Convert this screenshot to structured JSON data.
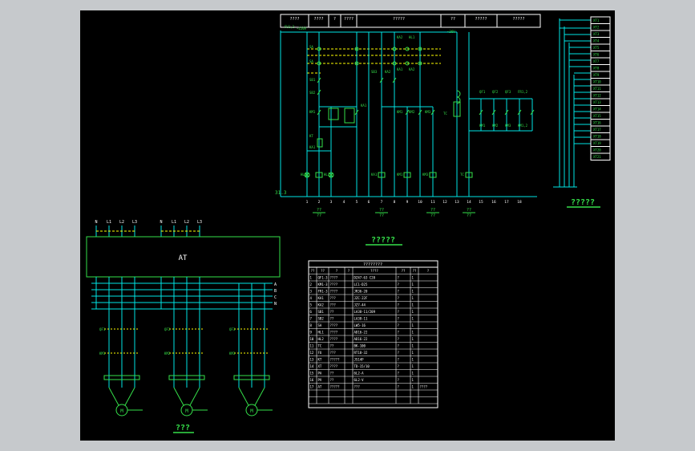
{
  "titles": {
    "control_circuit": "?????",
    "main_circuit": "???",
    "terminal_table": "?????"
  },
  "at_box_label": "AT",
  "top_header_cells": [
    "????",
    "????",
    "?",
    "????",
    "?????",
    "??",
    "?????",
    "?????"
  ],
  "control_label_left": "31.3",
  "main_bus_labels": [
    "N",
    "L1",
    "L2",
    "L3",
    "N",
    "L1",
    "L2",
    "L3"
  ],
  "bus_bar_labels": [
    "A",
    "B",
    "C",
    "N"
  ],
  "feeder_labels": {
    "qf": [
      "QF1",
      "QF2",
      "QF3"
    ],
    "km": [
      "KM1",
      "KM2",
      "KM3"
    ],
    "motors": [
      "M",
      "M",
      "M"
    ]
  },
  "control_bottom_numbers": [
    "1",
    "2",
    "3",
    "4",
    "5",
    "6",
    "7",
    "8",
    "9",
    "10",
    "11",
    "12",
    "13",
    "14",
    "15",
    "16",
    "17",
    "18"
  ],
  "bottom_group_labels": [
    "??",
    "??",
    "??",
    "??"
  ],
  "terminal_rows": 21,
  "bom": {
    "title": "????????",
    "headers": [
      "??",
      "??",
      "?",
      "?",
      "????",
      "??",
      "??",
      "?"
    ],
    "rows": [
      [
        "1",
        "QF1-3",
        "????",
        "DZ47-63 C20",
        "?",
        "1"
      ],
      [
        "2",
        "KM1-3",
        "????",
        "LC1-D25",
        "?",
        "1"
      ],
      [
        "3",
        "FR1-3",
        "????",
        "JR36-20",
        "?",
        "1"
      ],
      [
        "4",
        "KA1",
        "???",
        "JZC-22F",
        "?",
        "1"
      ],
      [
        "5",
        "KA2",
        "???",
        "JZ7-44",
        "?",
        "1"
      ],
      [
        "6",
        "SB1",
        "??",
        "LA38-11/209",
        "?",
        "1"
      ],
      [
        "7",
        "SB2",
        "??",
        "LA38-11",
        "?",
        "1"
      ],
      [
        "8",
        "SA",
        "????",
        "LW5-16",
        "?",
        "1"
      ],
      [
        "9",
        "HL1",
        "????",
        "AD16-22",
        "?",
        "1"
      ],
      [
        "10",
        "HL2",
        "????",
        "AD16-22",
        "?",
        "1"
      ],
      [
        "11",
        "TC",
        "??",
        "BK-100",
        "?",
        "1"
      ],
      [
        "12",
        "FU",
        "???",
        "RT18-32",
        "?",
        "1"
      ],
      [
        "13",
        "KT",
        "?????",
        "JS14P",
        "?",
        "1"
      ],
      [
        "14",
        "XT",
        "????",
        "TD-15/10",
        "?",
        "1"
      ],
      [
        "15",
        "PA",
        "??",
        "6L2-A",
        "?",
        "1"
      ],
      [
        "16",
        "PV",
        "??",
        "6L2-V",
        "?",
        "1"
      ],
      [
        "17",
        "AT",
        "?????",
        "???",
        "?",
        "1",
        "????"
      ]
    ]
  },
  "colors": {
    "background": "#000000",
    "frame": "#c6c9cc",
    "wire": "#00e5e5",
    "label": "#35e04a",
    "dash": "#ffff00",
    "text": "#ffffff"
  }
}
